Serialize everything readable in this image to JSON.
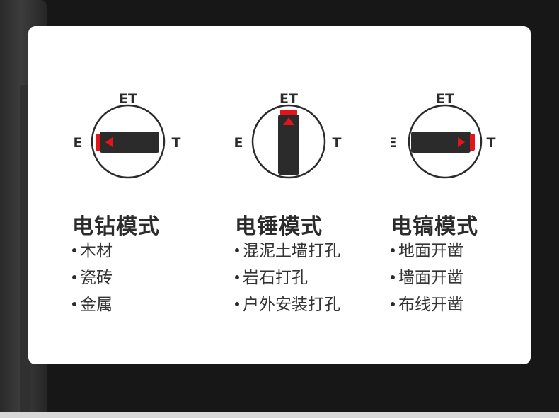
{
  "modes": [
    {
      "dial": {
        "top": "ET",
        "left": "E",
        "right": "T",
        "pointer": "left"
      },
      "title": "电钻模式",
      "items": [
        "木材",
        "瓷砖",
        "金属"
      ]
    },
    {
      "dial": {
        "top": "ET",
        "left": "E",
        "right": "T",
        "pointer": "up"
      },
      "title": "电锤模式",
      "items": [
        "混泥土墙打孔",
        "岩石打孔",
        "户外安装打孔"
      ]
    },
    {
      "dial": {
        "top": "ET",
        "left": "E",
        "right": "T",
        "pointer": "right"
      },
      "title": "电镐模式",
      "items": [
        "地面开凿",
        "墙面开凿",
        "布线开凿"
      ]
    }
  ],
  "colors": {
    "accent": "#e3151b",
    "dark": "#2b2b2b",
    "card": "#ffffff",
    "background": "#171717"
  }
}
